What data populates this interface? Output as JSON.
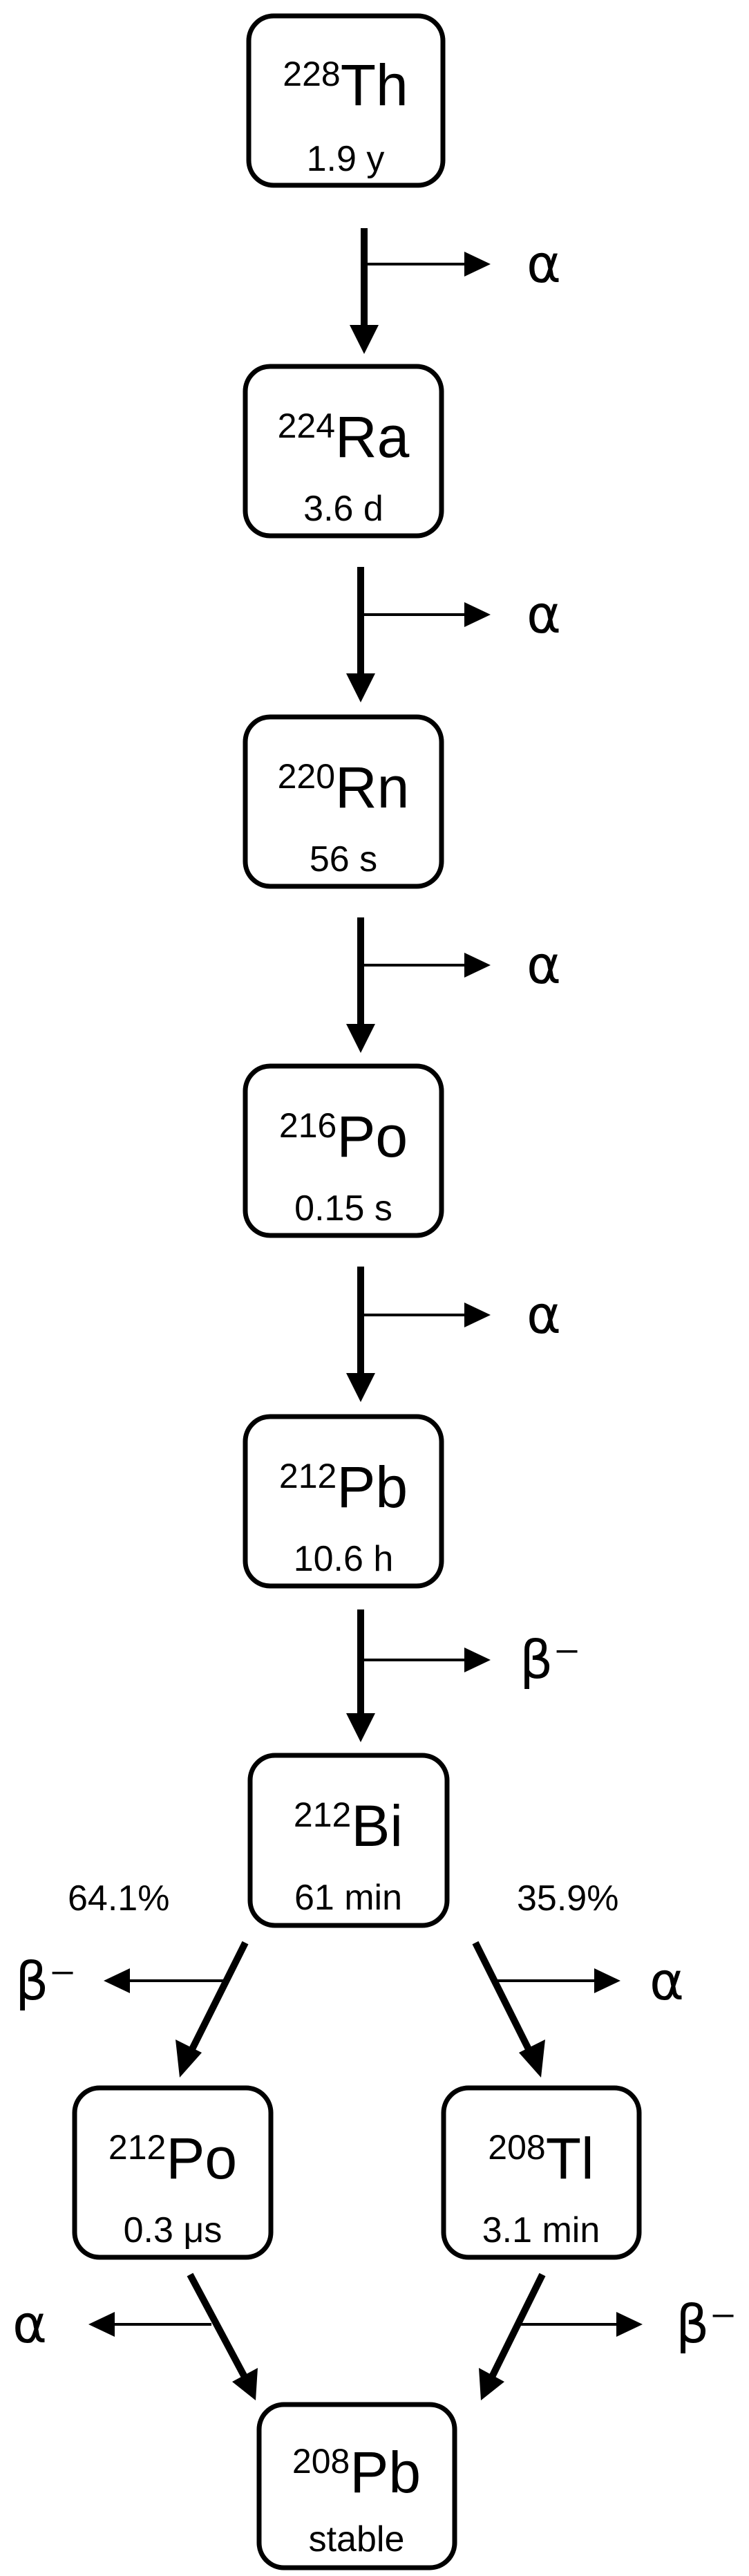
{
  "nuclides": {
    "th228": {
      "mass": "228",
      "symbol": "Th",
      "halflife": "1.9 y"
    },
    "ra224": {
      "mass": "224",
      "symbol": "Ra",
      "halflife": "3.6 d"
    },
    "rn220": {
      "mass": "220",
      "symbol": "Rn",
      "halflife": "56 s"
    },
    "po216": {
      "mass": "216",
      "symbol": "Po",
      "halflife": "0.15 s"
    },
    "pb212": {
      "mass": "212",
      "symbol": "Pb",
      "halflife": "10.6 h"
    },
    "bi212": {
      "mass": "212",
      "symbol": "Bi",
      "halflife": "61 min"
    },
    "po212": {
      "mass": "212",
      "symbol": "Po",
      "halflife": "0.3 μs"
    },
    "tl208": {
      "mass": "208",
      "symbol": "Tl",
      "halflife": "3.1 min"
    },
    "pb208": {
      "mass": "208",
      "symbol": "Pb",
      "halflife": "stable"
    }
  },
  "decays": {
    "th228_to_ra224": "α",
    "ra224_to_rn220": "α",
    "rn220_to_po216": "α",
    "po216_to_pb212": "α",
    "pb212_to_bi212": "β⁻",
    "bi212_to_po212": "β⁻",
    "bi212_to_tl208": "α",
    "po212_to_pb208": "α",
    "tl208_to_pb208": "β⁻"
  },
  "branching": {
    "left": "64.1%",
    "right": "35.9%"
  }
}
